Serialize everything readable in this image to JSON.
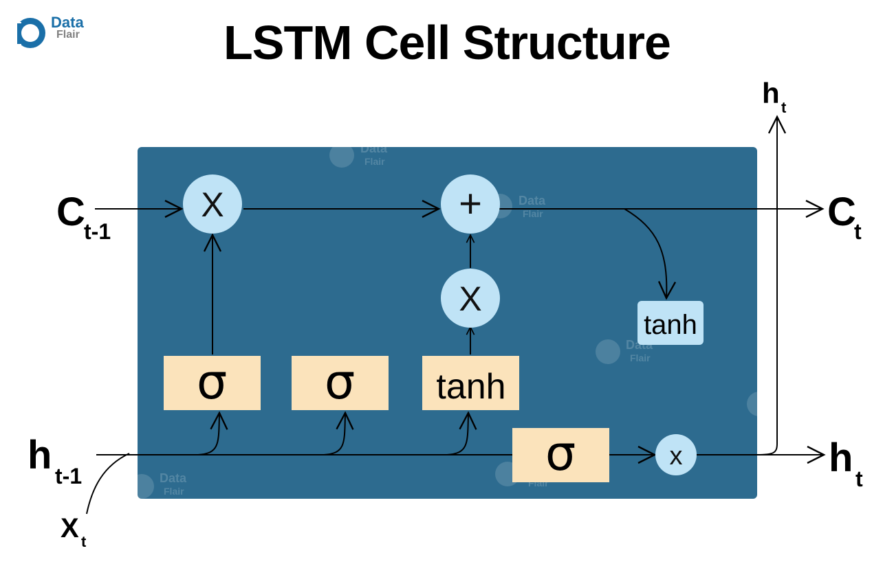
{
  "logo": {
    "line1": "Data",
    "line2": "Flair"
  },
  "title": "LSTM Cell Structure",
  "labels": {
    "c_prev_main": "C",
    "c_prev_sub": "t-1",
    "c_out_main": "C",
    "c_out_sub": "t",
    "h_prev_main": "h",
    "h_prev_sub": "t-1",
    "x_main": "X",
    "x_sub": "t",
    "h_out_main": "h",
    "h_out_sub": "t",
    "h_top_main": "h",
    "h_top_sub": "t"
  },
  "operations": {
    "forget_mult": "X",
    "cell_add": "+",
    "input_mult": "X",
    "output_mult": "x"
  },
  "gates": {
    "forget_sigma": "σ",
    "input_sigma": "σ",
    "candidate_tanh": "tanh",
    "output_sigma": "σ",
    "cell_tanh": "tanh"
  },
  "watermark": {
    "line1": "Data",
    "line2": "Flair"
  },
  "colors": {
    "cell_bg": "#2d6b8f",
    "node_fill": "#bfe3f6",
    "gate_fill": "#fbe3bb",
    "line": "#000000"
  }
}
